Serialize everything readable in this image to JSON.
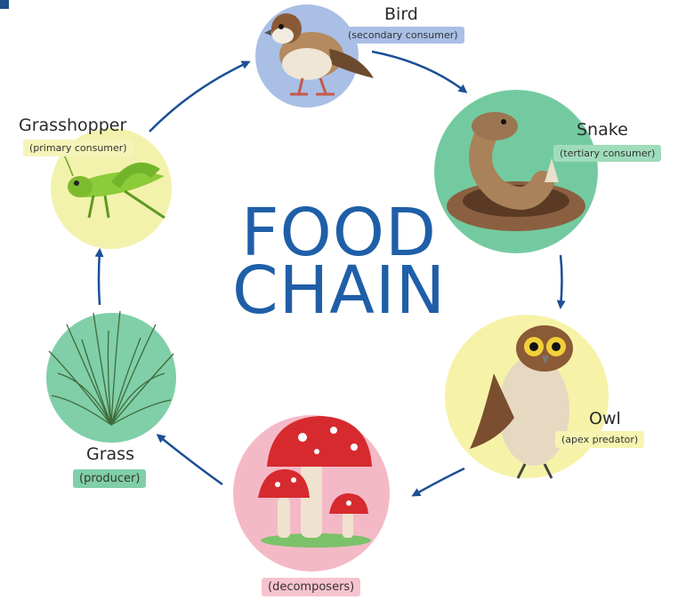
{
  "title": {
    "line1": "FOOD",
    "line2": "CHAIN"
  },
  "nodes": {
    "bird": {
      "name": "Bird",
      "role": "(secondary consumer)",
      "bg": "#a9bfe6",
      "label_bg": "#a9bfe6"
    },
    "snake": {
      "name": "Snake",
      "role": "(tertiary consumer)",
      "bg": "#74caa0",
      "label_bg": "#9fdcbc"
    },
    "owl": {
      "name": "Owl",
      "role": "(apex predator)",
      "bg": "#f6f3a8",
      "label_bg": "#f7f4b2"
    },
    "mushroom": {
      "name": "",
      "role": "(decomposers)",
      "bg": "#f4b9c6",
      "label_bg": "#f7c3cf"
    },
    "grass": {
      "name": "Grass",
      "role": "(producer)",
      "bg": "#80cfa8",
      "label_bg": "#80cfa8"
    },
    "grasshopper": {
      "name": "Grasshopper",
      "role": "(primary consumer)",
      "bg": "#f3f2ad",
      "label_bg": "#f5f4b8"
    }
  },
  "colors": {
    "title": "#1f5fa8",
    "arrow": "#1c4f96"
  }
}
